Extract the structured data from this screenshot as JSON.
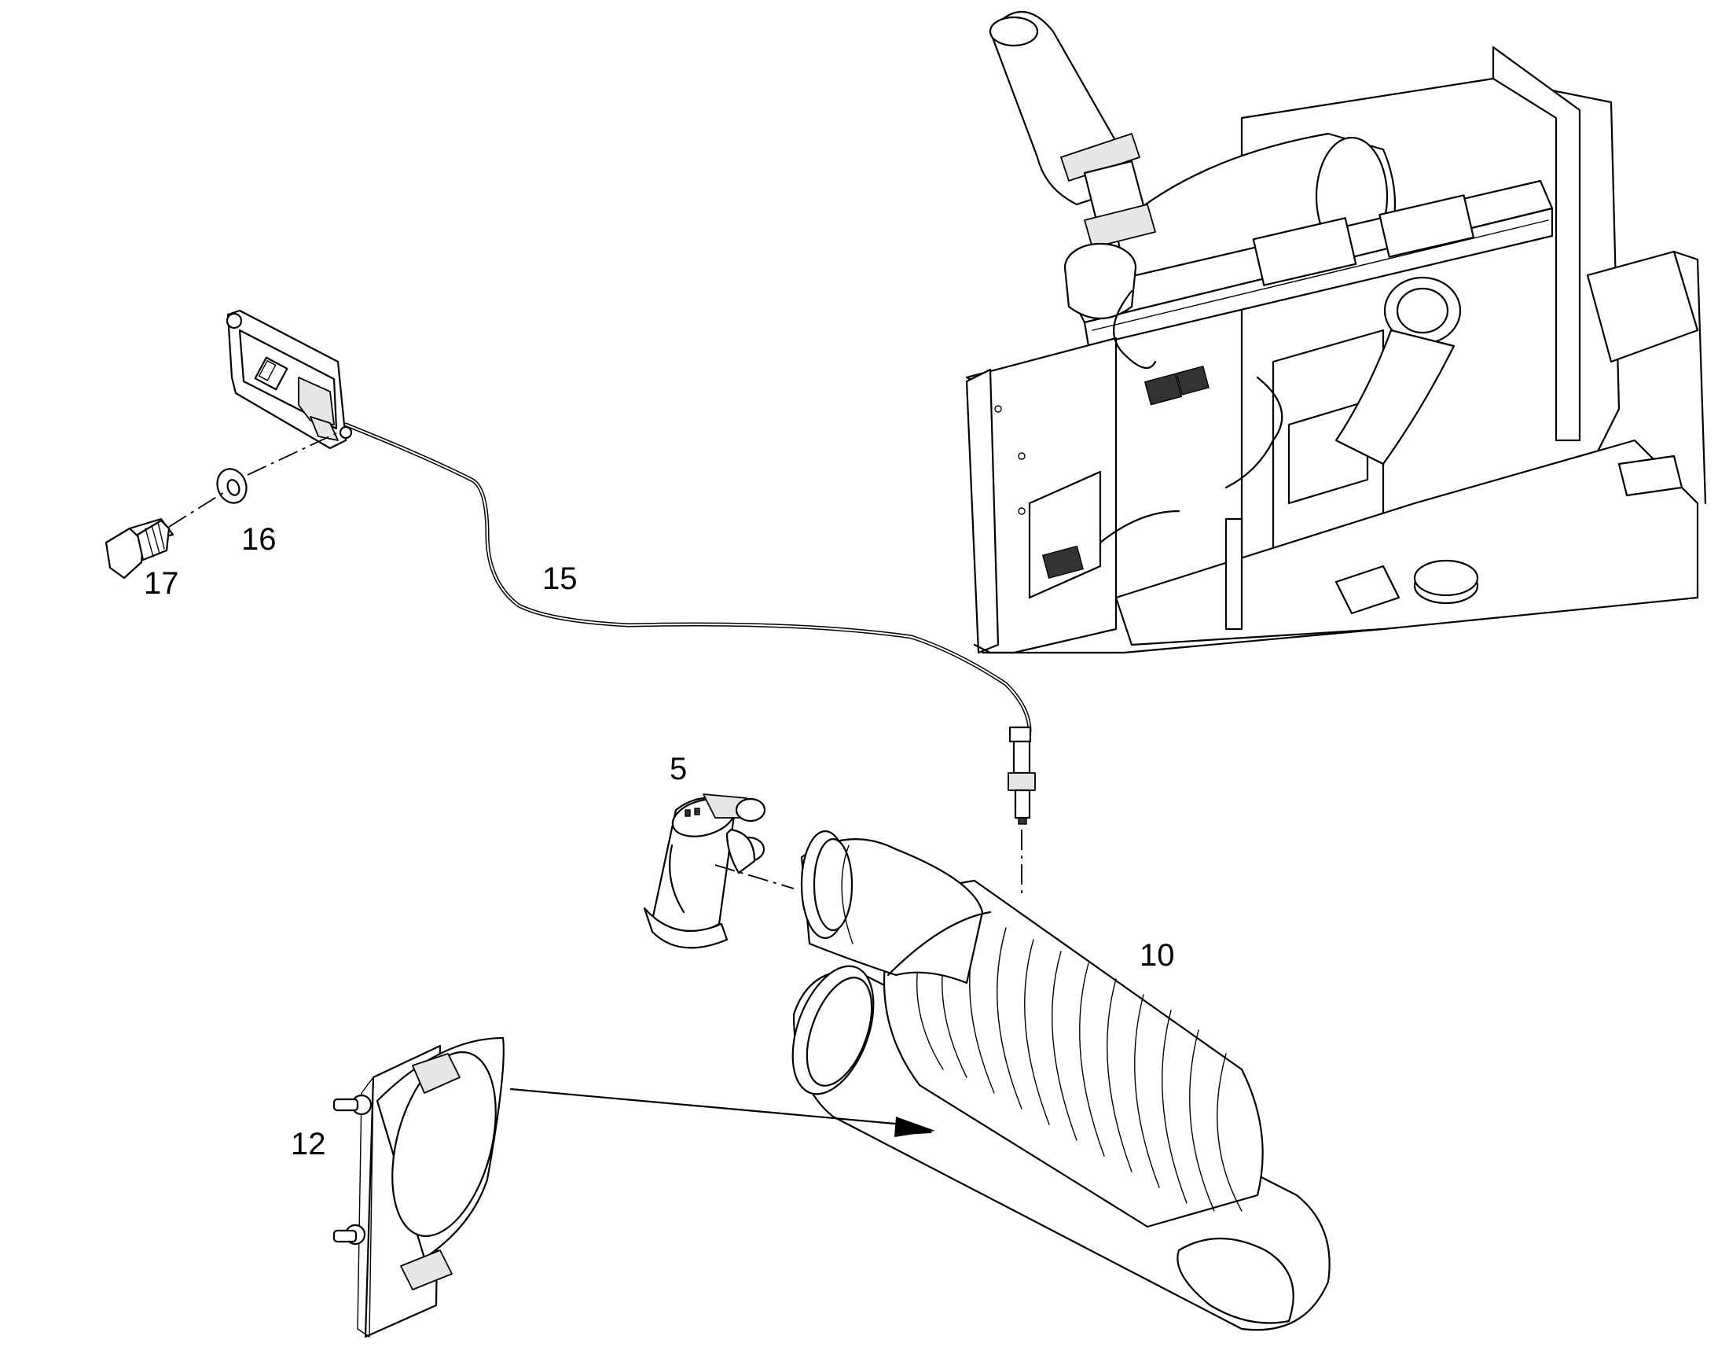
{
  "callouts": {
    "c5": "5",
    "c10": "10",
    "c12": "12",
    "c15": "15",
    "c16": "16",
    "c17": "17"
  }
}
